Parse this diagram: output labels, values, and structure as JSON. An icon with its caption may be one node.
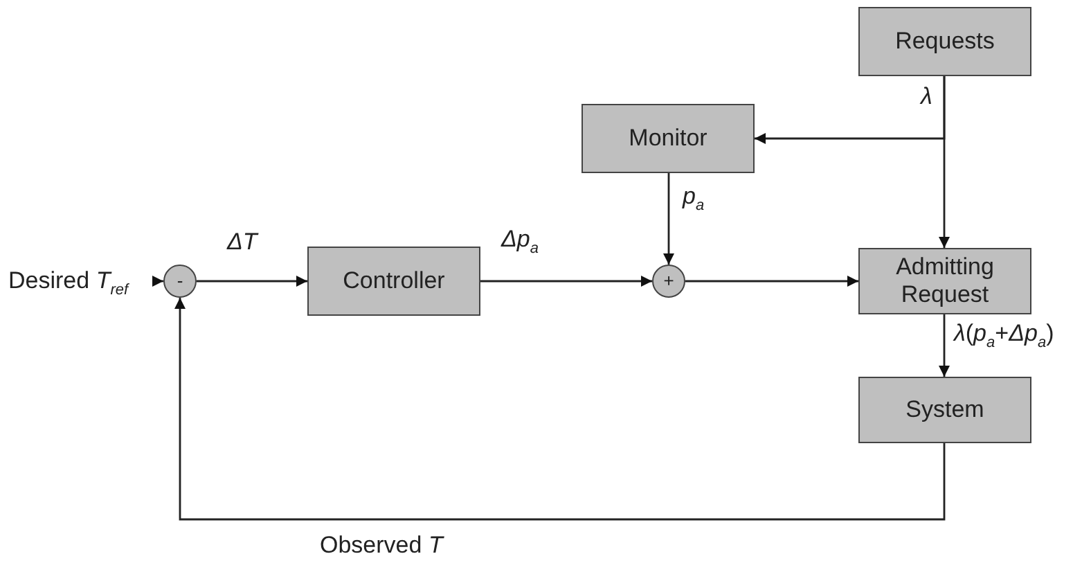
{
  "diagram": {
    "nodes": [
      {
        "text": [
          "Requests"
        ]
      },
      {
        "text": [
          "Monitor"
        ]
      },
      {
        "text": [
          "-"
        ]
      },
      {
        "text": [
          "Controller"
        ]
      },
      {
        "text": [
          "+"
        ]
      },
      {
        "text": [
          "Admitting Request"
        ]
      },
      {
        "text": [
          "System"
        ]
      },
      {
        "text": [
          "Desired *T*$_{ref}$"
        ]
      }
    ],
    "edges": [
      {
        "from": 7,
        "to": 2,
        "arrow": "to"
      },
      {
        "from": 2,
        "to": 3,
        "arrow": "to",
        "label": "*ΔT*"
      },
      {
        "from": 3,
        "to": 4,
        "arrow": "to",
        "label": "*Δp*$_{a}$"
      },
      {
        "from": 1,
        "to": 4,
        "arrow": "to",
        "label": "*p*$_{a}$"
      },
      {
        "from": 4,
        "to": 5,
        "arrow": "to"
      },
      {
        "from": 0,
        "to": 5,
        "arrow": "to",
        "label": "*λ*"
      },
      {
        "from": 0,
        "to": 1,
        "arrow": "to"
      },
      {
        "from": 5,
        "to": 6,
        "arrow": "to",
        "label": "*λ*(*p*$_{a}$+*Δp*$_{a}$)"
      },
      {
        "from": 6,
        "to": 2,
        "arrow": "to",
        "label": "Observed *T*"
      }
    ]
  }
}
